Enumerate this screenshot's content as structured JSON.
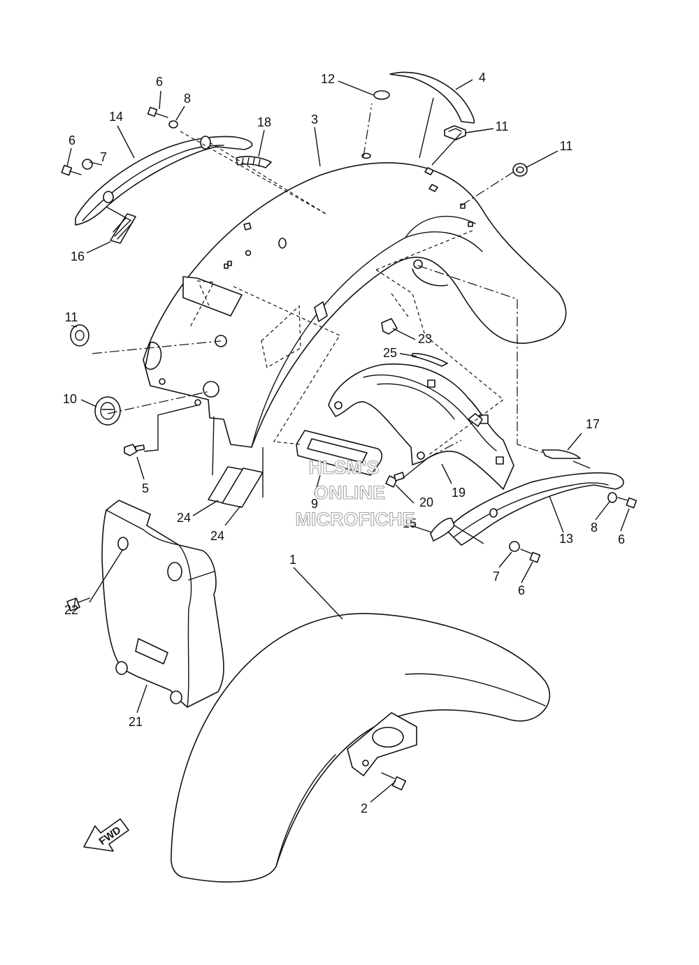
{
  "callouts": {
    "c1": "1",
    "c2": "2",
    "c3": "3",
    "c4": "4",
    "c5": "5",
    "c6a": "6",
    "c6b": "6",
    "c6c": "6",
    "c6d": "6",
    "c7a": "7",
    "c7b": "7",
    "c8a": "8",
    "c8b": "8",
    "c9": "9",
    "c10": "10",
    "c11a": "11",
    "c11b": "11",
    "c11c": "11",
    "c12": "12",
    "c13": "13",
    "c14": "14",
    "c15": "15",
    "c16": "16",
    "c17": "17",
    "c18": "18",
    "c19": "19",
    "c20": "20",
    "c21": "21",
    "c22": "22",
    "c23": "23",
    "c24a": "24",
    "c24b": "24",
    "c25": "25"
  },
  "watermark": {
    "line1": "HLSM'S",
    "line2": "ONLINE",
    "line3": "MICROFICHE"
  },
  "direction_arrow": {
    "label": "FWD"
  }
}
